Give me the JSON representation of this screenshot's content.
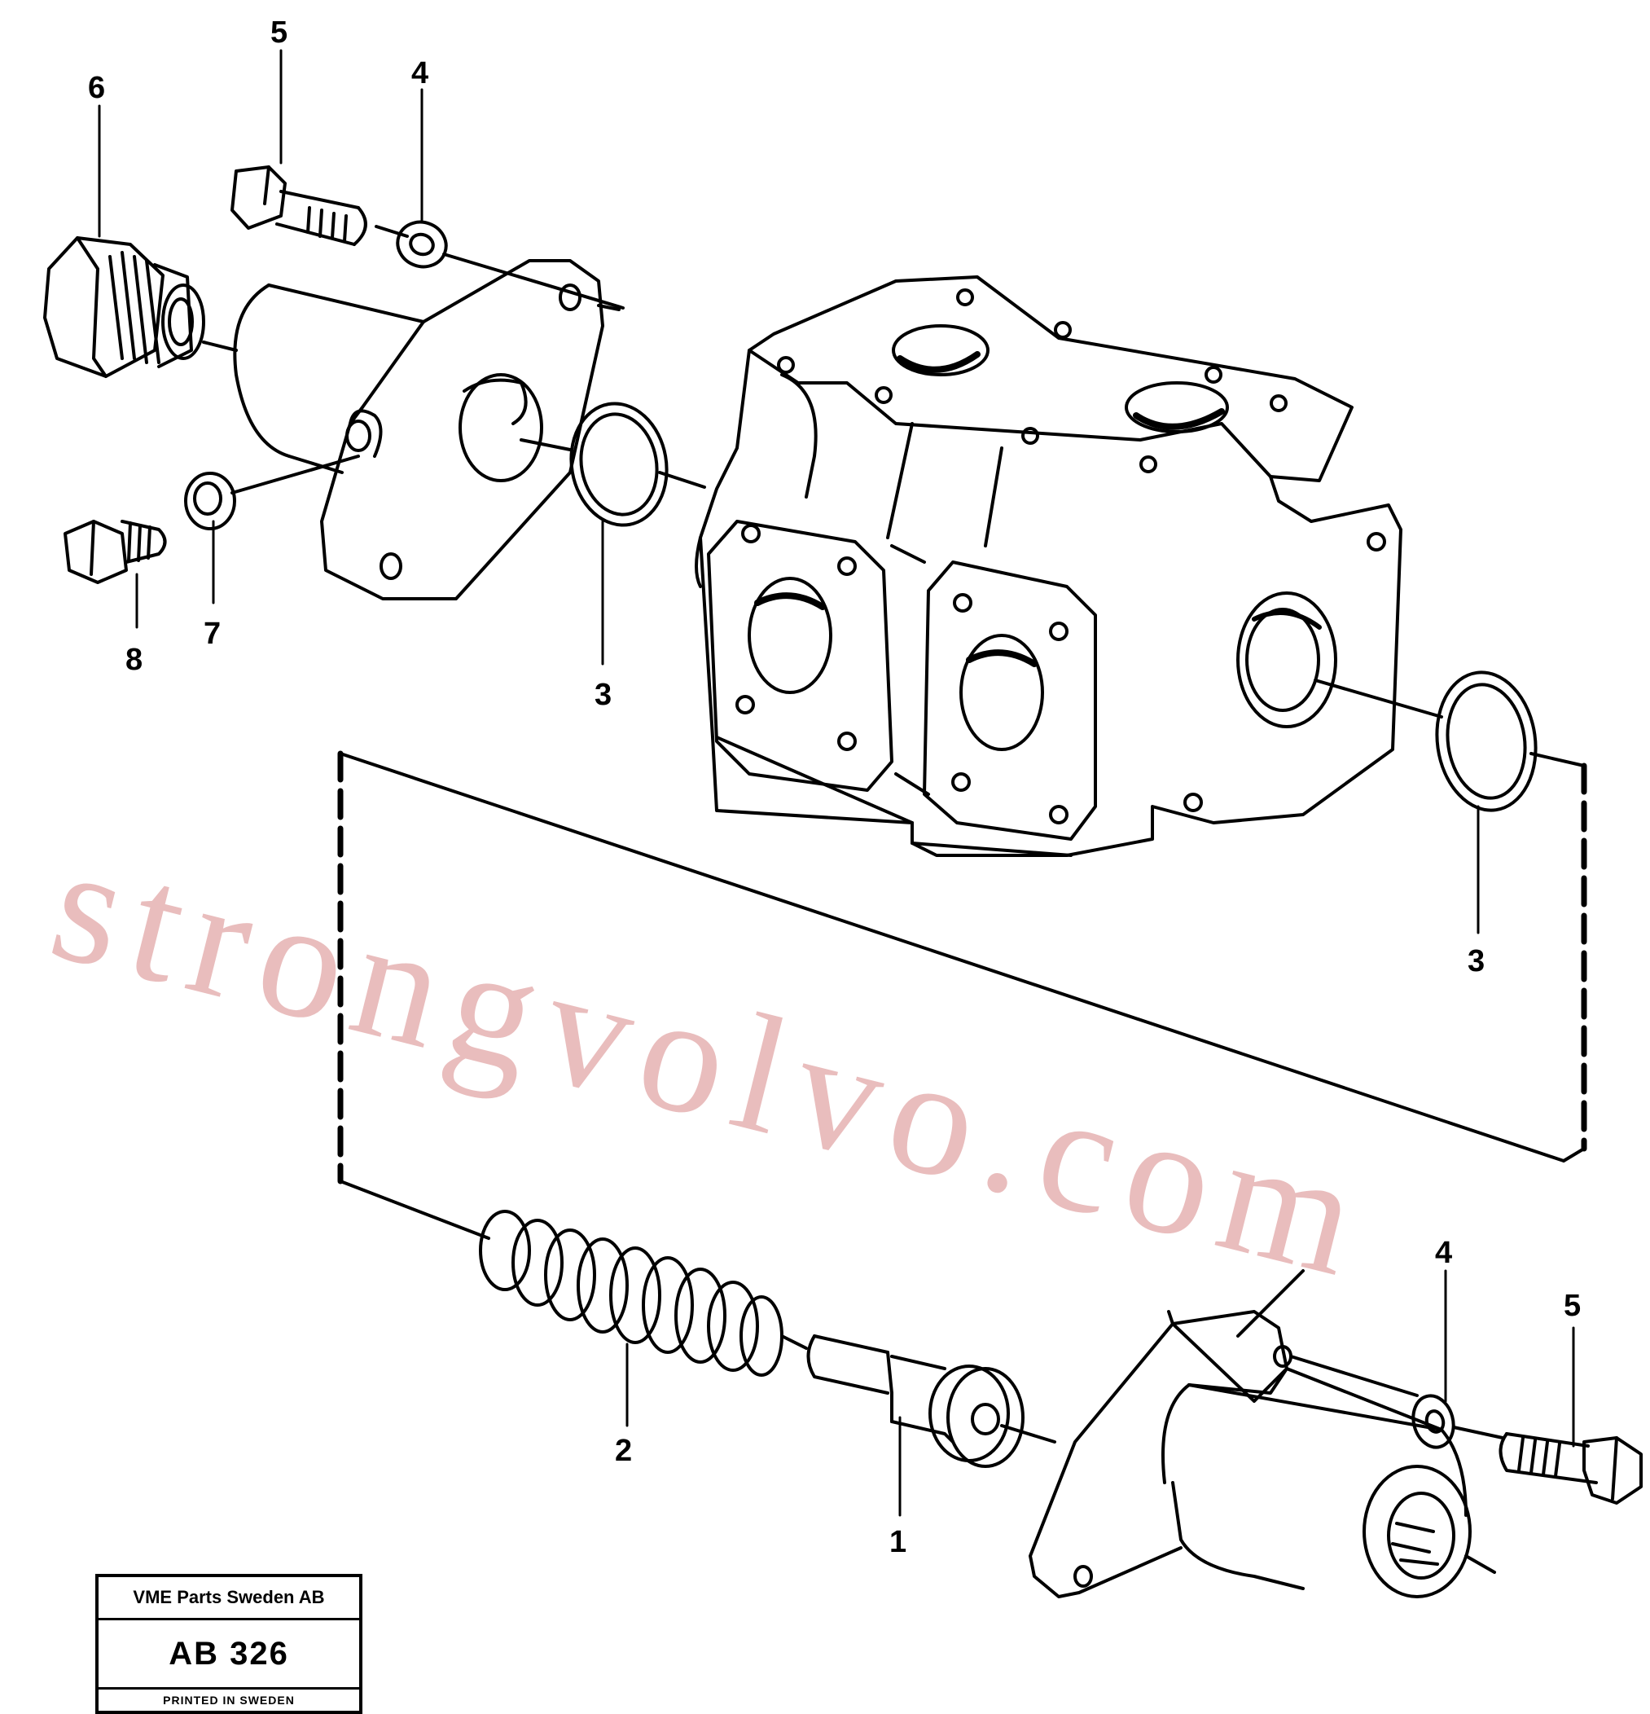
{
  "diagram": {
    "callouts": {
      "c5_top": "5",
      "c4_top": "4",
      "c6": "6",
      "c8": "8",
      "c7": "7",
      "c3_left": "3",
      "c3_right": "3",
      "c2": "2",
      "c1": "1",
      "c4_bottom": "4",
      "c5_bottom": "5"
    },
    "watermark": "strongvolvo.com"
  },
  "stamp": {
    "company": "VME Parts Sweden AB",
    "code": "AB 326",
    "printed": "PRINTED IN SWEDEN"
  }
}
